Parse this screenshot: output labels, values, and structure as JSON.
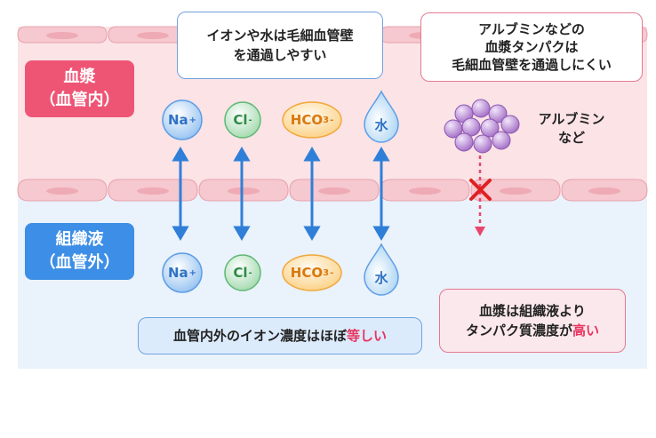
{
  "regions": {
    "plasma": {
      "line1": "血漿",
      "line2": "（血管内）",
      "color": "#ee5575",
      "bg": "#fbe3e6"
    },
    "tissue": {
      "line1": "組織液",
      "line2": "（血管外）",
      "color": "#3d8ee6",
      "bg": "#eaf2fb"
    }
  },
  "callouts": {
    "permeable": {
      "line1": "イオンや水は毛細血管壁",
      "line2": "を通過しやすい"
    },
    "albumin": {
      "line1": "アルブミンなどの",
      "line2": "血漿タンパクは",
      "line3": "毛細血管壁を通過しにくい"
    },
    "equal": {
      "text_before": "血管内外のイオン濃度はほぼ",
      "text_highlight": "等しい"
    },
    "protein": {
      "line1": "血漿は組織液より",
      "line2_before": "タンパク質濃度が",
      "line2_highlight": "高い"
    }
  },
  "ions": [
    {
      "id": "na",
      "base": "Na",
      "sup": "+",
      "sub": "",
      "suffix": "",
      "color": "#3a7fd6",
      "fill": "#cfe3fb"
    },
    {
      "id": "cl",
      "base": "Cl",
      "sup": "-",
      "sub": "",
      "suffix": "",
      "color": "#3fa35a",
      "fill": "#d9f0dc"
    },
    {
      "id": "hco3",
      "base": "HCO",
      "sub": "3",
      "sup": "",
      "suffix": "-",
      "color": "#e88a1a",
      "fill": "#fde8c4"
    },
    {
      "id": "water",
      "base": "水",
      "sup": "",
      "sub": "",
      "suffix": "",
      "color": "#3a7fd6",
      "fill": "#d6ebfa"
    }
  ],
  "albumin_label": {
    "line1": "アルブミン",
    "line2": "など"
  },
  "colors": {
    "arrow": "#2f7fd8",
    "dashed_arrow": "#e8456c",
    "cross": "#e02020",
    "highlight": "#e8345f",
    "cell": "#f6c8cf",
    "cell_edge": "#e6a2ad"
  }
}
